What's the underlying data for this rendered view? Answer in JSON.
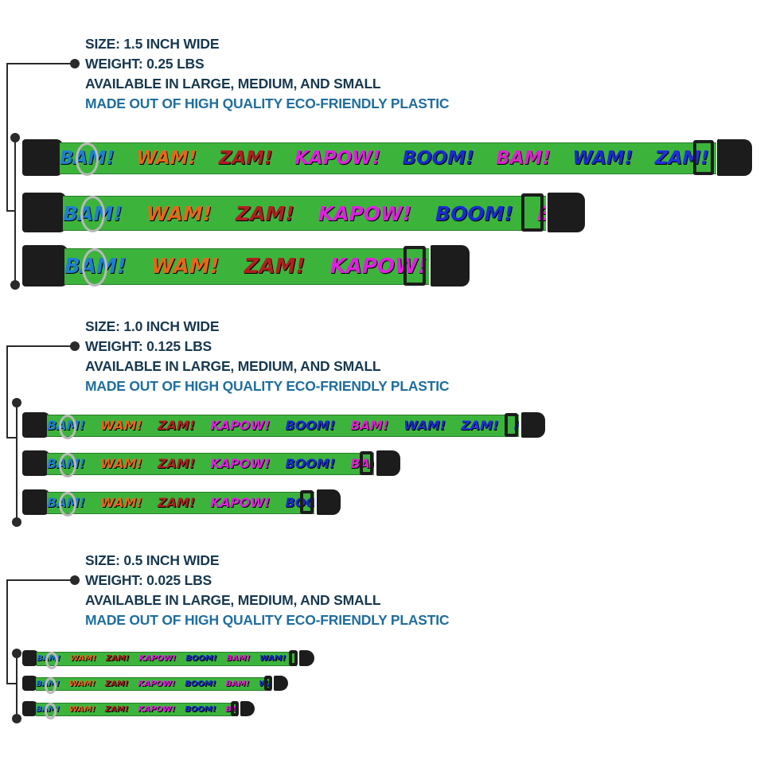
{
  "sections": [
    {
      "size": "SIZE: 1.5 INCH WIDE",
      "weight": "WEIGHT: 0.25 LBS",
      "availability": "AVAILABLE IN LARGE, MEDIUM, AND SMALL",
      "material": "MADE OUT OF HIGH QUALITY ECO-FRIENDLY PLASTIC"
    },
    {
      "size": "SIZE: 1.0 INCH WIDE",
      "weight": "WEIGHT: 0.125 LBS",
      "availability": "AVAILABLE IN LARGE, MEDIUM, AND SMALL",
      "material": "MADE OUT OF HIGH QUALITY ECO-FRIENDLY PLASTIC"
    },
    {
      "size": "SIZE: 0.5 INCH WIDE",
      "weight": "WEIGHT: 0.025 LBS",
      "availability": "AVAILABLE IN LARGE, MEDIUM, AND SMALL",
      "material": "MADE OUT OF HIGH QUALITY ECO-FRIENDLY PLASTIC"
    }
  ],
  "pattern": {
    "words": [
      "BAM!",
      "WAM!",
      "ZAM!",
      "KAPOW!",
      "BOOM!",
      "BAM!",
      "WAM!",
      "ZAM!",
      "KAPOW!"
    ],
    "colors": [
      "#1e7fd0",
      "#e8661a",
      "#b02020",
      "#e020e0",
      "#1a2ad0",
      "#e020d0",
      "#1a2ad0",
      "#2030e0",
      "#2030e0"
    ],
    "band_color": "#3cb43c",
    "hardware_color": "#1c1c1c"
  }
}
